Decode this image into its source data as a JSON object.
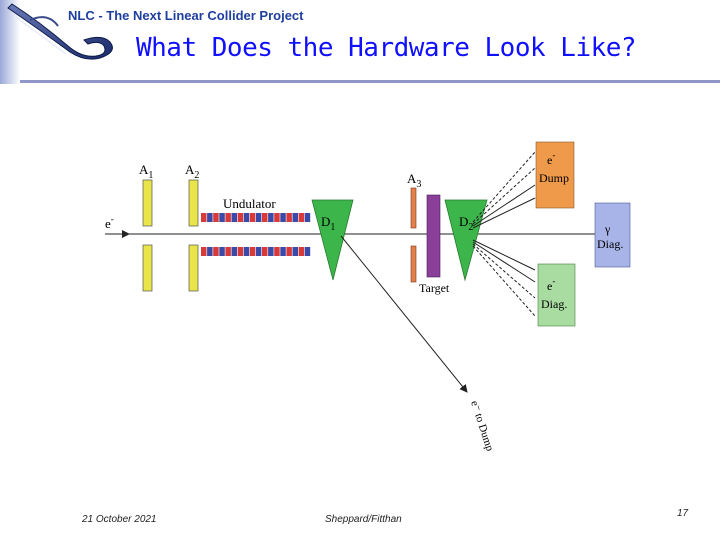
{
  "header": {
    "title": "NLC - The Next Linear Collider Project"
  },
  "slide": {
    "title": "What Does the Hardware Look Like?"
  },
  "diagram": {
    "labels": {
      "a1": "A",
      "a1_sub": "1",
      "a2": "A",
      "a2_sub": "2",
      "a3": "A",
      "a3_sub": "3",
      "undulator": "Undulator",
      "d1": "D",
      "d1_sub": "1",
      "d2": "D",
      "d2_sub": "2",
      "e_in": "e",
      "e_in_sup": "-",
      "target": "Target",
      "e_dump_1": "e",
      "e_dump_1_sup": "-",
      "e_dump_2": "Dump",
      "e_diag_1": "e",
      "e_diag_1_sup": "-",
      "e_diag_2": "Diag.",
      "gamma_1": "γ",
      "gamma_2": "Diag.",
      "e_to_dump": "e⁻ to Dump"
    },
    "colors": {
      "collimator": "#e8e44a",
      "aperture3": "#e0804a",
      "magnet": "#3cb64a",
      "target": "#8a3f98",
      "dump": "#ee9a4a",
      "diag_e": "#a8dca0",
      "diag_gamma": "#a8b4e8",
      "undulator_red": "#d83a3a",
      "undulator_blue": "#3a4aa8"
    }
  },
  "footer": {
    "date": "21 October 2021",
    "author": "Sheppard/Fitthan",
    "page": "17"
  }
}
